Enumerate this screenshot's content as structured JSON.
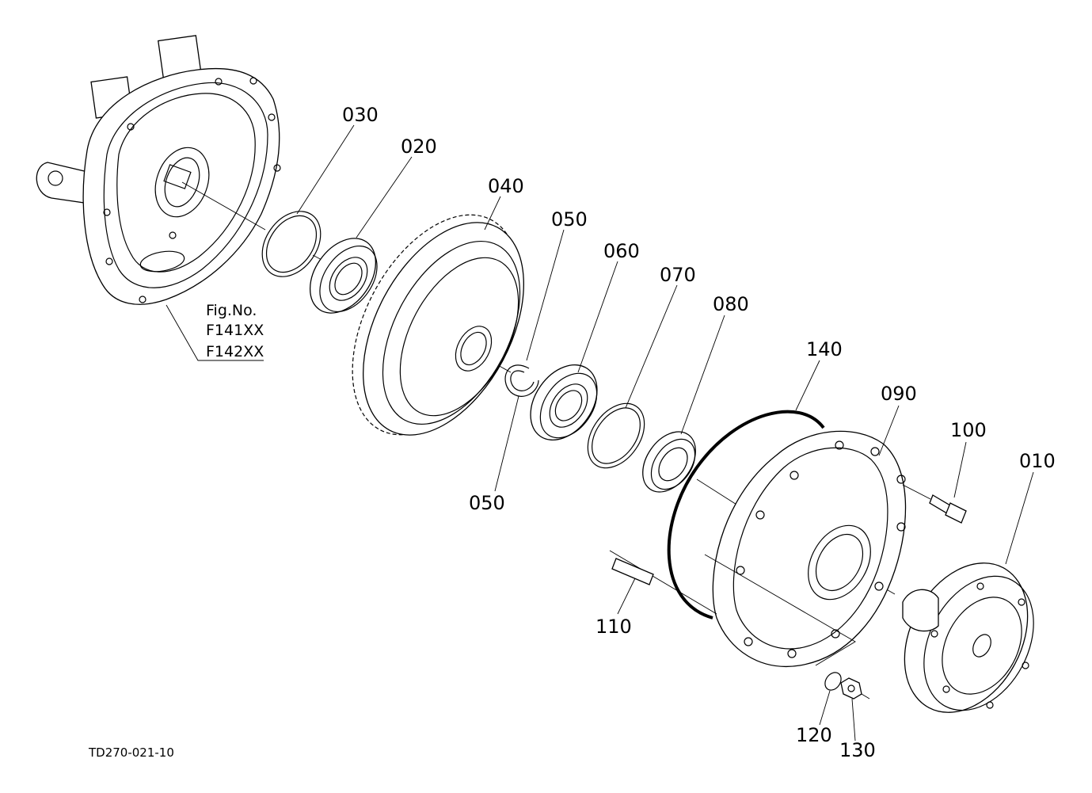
{
  "drawing_code": "TD270-021-10",
  "fig_ref": {
    "heading": "Fig.No.",
    "numbers": [
      "F141XX",
      "F142XX"
    ]
  },
  "parts": [
    {
      "id": "p030",
      "label": "030"
    },
    {
      "id": "p020",
      "label": "020"
    },
    {
      "id": "p040",
      "label": "040"
    },
    {
      "id": "p050a",
      "label": "050"
    },
    {
      "id": "p060",
      "label": "060"
    },
    {
      "id": "p070",
      "label": "070"
    },
    {
      "id": "p080",
      "label": "080"
    },
    {
      "id": "p140",
      "label": "140"
    },
    {
      "id": "p090",
      "label": "090"
    },
    {
      "id": "p100",
      "label": "100"
    },
    {
      "id": "p010",
      "label": "010"
    },
    {
      "id": "p050b",
      "label": "050"
    },
    {
      "id": "p110",
      "label": "110"
    },
    {
      "id": "p120",
      "label": "120"
    },
    {
      "id": "p130",
      "label": "130"
    }
  ]
}
